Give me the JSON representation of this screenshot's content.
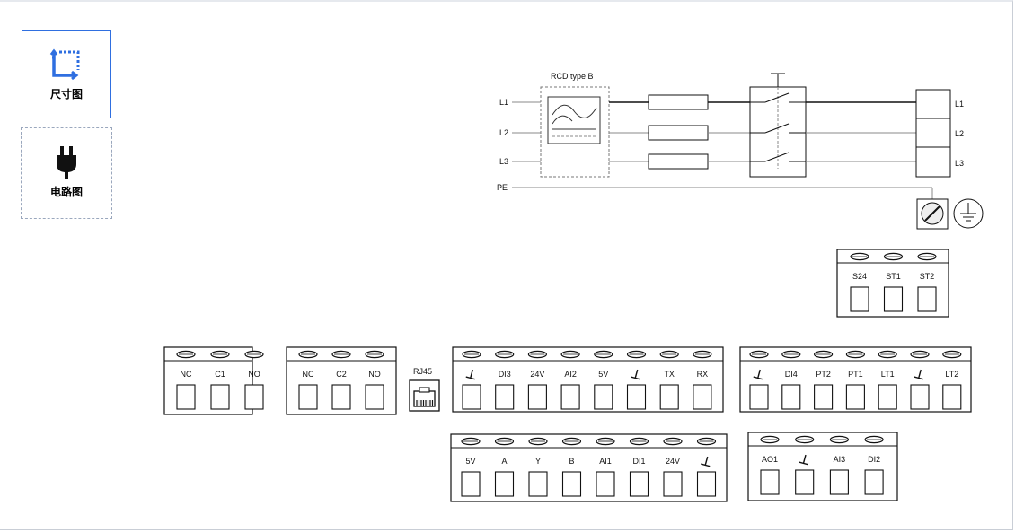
{
  "tabs": [
    {
      "label": "尺寸图",
      "icon": "dimension-icon",
      "active": true
    },
    {
      "label": "电路图",
      "icon": "plug-icon",
      "active": false
    }
  ],
  "diagram": {
    "rcd_label": "RCD type B",
    "input_labels": [
      "L1",
      "L2",
      "L3"
    ],
    "pe_label": "PE",
    "output_labels": [
      "L1",
      "L2",
      "L3"
    ]
  },
  "terminal_blocks": [
    {
      "id": "relay1",
      "labels": [
        "NC",
        "C1",
        "NO"
      ]
    },
    {
      "id": "relay2",
      "labels": [
        "NC",
        "C2",
        "NO"
      ]
    },
    {
      "id": "io-main",
      "labels": [
        "⊥",
        "DI3",
        "24V",
        "AI2",
        "5V",
        "⊥",
        "TX",
        "RX"
      ]
    },
    {
      "id": "io-right",
      "labels": [
        "⊥",
        "DI4",
        "PT2",
        "PT1",
        "LT1",
        "⊥",
        "LT2"
      ]
    },
    {
      "id": "io-bottom",
      "labels": [
        "5V",
        "A",
        "Y",
        "B",
        "AI1",
        "DI1",
        "24V",
        "⊥"
      ]
    },
    {
      "id": "io-analog",
      "labels": [
        "AO1",
        "⊥",
        "AI3",
        "DI2"
      ]
    },
    {
      "id": "top-right",
      "labels": [
        "S24",
        "ST1",
        "ST2"
      ]
    }
  ],
  "rj45_label": "RJ45"
}
